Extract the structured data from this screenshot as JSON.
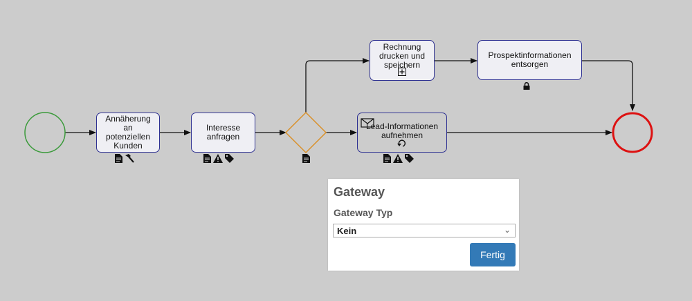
{
  "diagram": {
    "tasks": [
      {
        "id": "approach",
        "label": "Annäherung\nan\npotenziellen\nKunden",
        "markers": [
          "document-icon",
          "hammer-icon"
        ]
      },
      {
        "id": "inquire",
        "label": "Interesse\nanfragen",
        "markers": [
          "document-icon",
          "warning-icon",
          "tag-icon"
        ]
      },
      {
        "id": "invoice",
        "label": "Rechnung\ndrucken und\nspeichern",
        "markers": [
          "subprocess-plus-icon"
        ]
      },
      {
        "id": "dispose",
        "label": "Prospektinformationen\nentsorgen",
        "markers": [
          "lock-icon"
        ]
      },
      {
        "id": "lead",
        "label": "Lead-Informationen\naufnehmen",
        "markers": [
          "document-icon",
          "warning-icon",
          "tag-icon"
        ]
      }
    ],
    "gateway_markers": [
      "document-icon"
    ],
    "colors": {
      "start_event": "#3a9a3a",
      "end_event": "#dd1111",
      "gateway": "#d9902a",
      "task_border": "#2e3192",
      "task_fill": "#efeff4",
      "flow": "#111111"
    }
  },
  "panel": {
    "title": "Gateway",
    "field_label": "Gateway Typ",
    "selected_value": "Kein",
    "button_label": "Fertig",
    "button_color": "#337ab7"
  }
}
